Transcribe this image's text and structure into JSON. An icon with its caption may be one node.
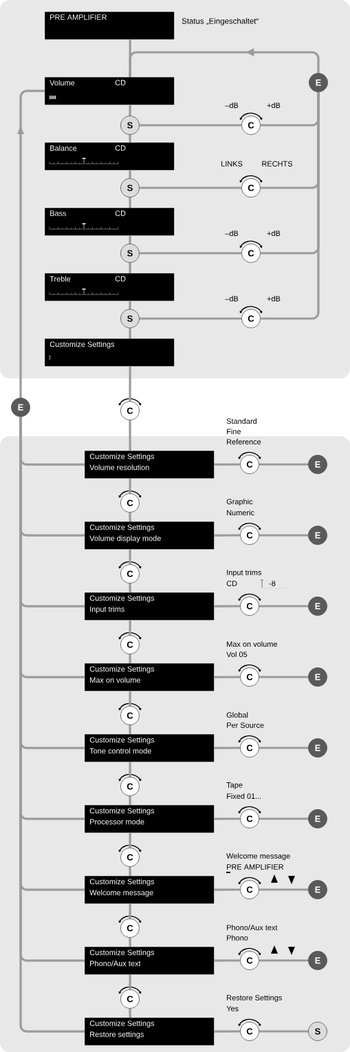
{
  "diagram": {
    "nodes": [
      {
        "text": [
          "PRE AMPLIFIER"
        ],
        "beside": [
          "Status „Eingeschaltet“"
        ]
      },
      {
        "text": [
          "Volume",
          "CD"
        ]
      },
      {
        "text": [
          "S"
        ]
      },
      {
        "text": [
          "C"
        ],
        "beside": [
          "–dB",
          "+dB"
        ]
      },
      {
        "text": [
          "E"
        ]
      },
      {
        "text": [
          "Balance",
          "CD"
        ]
      },
      {
        "text": [
          "S"
        ]
      },
      {
        "text": [
          "C"
        ],
        "beside": [
          "LINKS",
          "RECHTS"
        ]
      },
      {
        "text": [
          "Bass",
          "CD"
        ]
      },
      {
        "text": [
          "S"
        ]
      },
      {
        "text": [
          "C"
        ],
        "beside": [
          "–dB",
          "+dB"
        ]
      },
      {
        "text": [
          "Treble",
          "CD"
        ]
      },
      {
        "text": [
          "S"
        ]
      },
      {
        "text": [
          "C"
        ],
        "beside": [
          "–dB",
          "+dB"
        ]
      },
      {
        "text": [
          "Customize Settings"
        ]
      },
      {
        "text": [
          "E"
        ]
      },
      {
        "text": [
          "C"
        ]
      },
      {
        "text": [
          "Customize Settings",
          "Volume resolution"
        ]
      },
      {
        "text": [
          "C"
        ],
        "beside": [
          "Standard",
          "Fine",
          "Reference"
        ]
      },
      {
        "text": [
          "E"
        ]
      },
      {
        "text": [
          "C"
        ]
      },
      {
        "text": [
          "Customize Settings",
          "Volume display mode"
        ]
      },
      {
        "text": [
          "C"
        ],
        "beside": [
          "Graphic",
          "Numeric"
        ]
      },
      {
        "text": [
          "E"
        ]
      },
      {
        "text": [
          "C"
        ]
      },
      {
        "text": [
          "Customize Settings",
          "Input trims"
        ]
      },
      {
        "text": [
          "C"
        ],
        "beside": [
          "Input trims",
          "CD",
          "-8"
        ]
      },
      {
        "text": [
          "E"
        ]
      },
      {
        "text": [
          "C"
        ]
      },
      {
        "text": [
          "Customize Settings",
          "Max on volume"
        ]
      },
      {
        "text": [
          "C"
        ],
        "beside": [
          "Max on volume",
          "Vol 05"
        ]
      },
      {
        "text": [
          "E"
        ]
      },
      {
        "text": [
          "C"
        ]
      },
      {
        "text": [
          "Customize Settings",
          "Tone control mode"
        ]
      },
      {
        "text": [
          "C"
        ],
        "beside": [
          "Global",
          "Per Source"
        ]
      },
      {
        "text": [
          "E"
        ]
      },
      {
        "text": [
          "C"
        ]
      },
      {
        "text": [
          "Customize Settings",
          "Processor mode"
        ]
      },
      {
        "text": [
          "C"
        ],
        "beside": [
          "Tape",
          "Fixed 01..."
        ]
      },
      {
        "text": [
          "E"
        ]
      },
      {
        "text": [
          "C"
        ]
      },
      {
        "text": [
          "Customize Settings",
          "Welcome message"
        ]
      },
      {
        "text": [
          "C"
        ],
        "beside": [
          "Welcome message",
          "PRE AMPLIFIER"
        ]
      },
      {
        "text": [
          "E"
        ]
      },
      {
        "text": [
          "C"
        ]
      },
      {
        "text": [
          "Customize Settings",
          "Phono/Aux text"
        ]
      },
      {
        "text": [
          "C"
        ],
        "beside": [
          "Phono/Aux text",
          "Phono"
        ]
      },
      {
        "text": [
          "E"
        ]
      },
      {
        "text": [
          "C"
        ]
      },
      {
        "text": [
          "Customize Settings",
          "Restore settings"
        ]
      },
      {
        "text": [
          "C"
        ],
        "beside": [
          "Restore Settings",
          "Yes"
        ]
      },
      {
        "text": [
          "S"
        ]
      }
    ],
    "edges": [
      {
        "from": 0,
        "to": 1,
        "arrow": "none"
      },
      {
        "from": 4,
        "to": 1,
        "arrow": "to"
      },
      {
        "from": 15,
        "to": 1,
        "arrow": "to"
      },
      {
        "from": 1,
        "to": 2,
        "arrow": "none"
      },
      {
        "from": 2,
        "to": 3,
        "arrow": "none"
      },
      {
        "from": 3,
        "to": 4,
        "arrow": "none"
      },
      {
        "from": 2,
        "to": 5,
        "arrow": "none"
      },
      {
        "from": 5,
        "to": 6,
        "arrow": "none"
      },
      {
        "from": 6,
        "to": 7,
        "arrow": "none"
      },
      {
        "from": 7,
        "to": 4,
        "arrow": "none"
      },
      {
        "from": 6,
        "to": 8,
        "arrow": "none"
      },
      {
        "from": 8,
        "to": 9,
        "arrow": "none"
      },
      {
        "from": 9,
        "to": 10,
        "arrow": "none"
      },
      {
        "from": 10,
        "to": 4,
        "arrow": "none"
      },
      {
        "from": 9,
        "to": 11,
        "arrow": "none"
      },
      {
        "from": 11,
        "to": 12,
        "arrow": "none"
      },
      {
        "from": 12,
        "to": 13,
        "arrow": "none"
      },
      {
        "from": 13,
        "to": 4,
        "arrow": "none"
      },
      {
        "from": 12,
        "to": 14,
        "arrow": "none"
      },
      {
        "from": 14,
        "to": 16,
        "arrow": "none"
      },
      {
        "from": 16,
        "to": 17,
        "arrow": "none"
      },
      {
        "from": 17,
        "to": 18,
        "arrow": "none"
      },
      {
        "from": 18,
        "to": 19,
        "arrow": "none"
      },
      {
        "from": 17,
        "to": 15,
        "arrow": "none"
      },
      {
        "from": 17,
        "to": 20,
        "arrow": "none"
      },
      {
        "from": 20,
        "to": 21,
        "arrow": "none"
      },
      {
        "from": 21,
        "to": 22,
        "arrow": "none"
      },
      {
        "from": 22,
        "to": 23,
        "arrow": "none"
      },
      {
        "from": 21,
        "to": 15,
        "arrow": "none"
      },
      {
        "from": 21,
        "to": 24,
        "arrow": "none"
      },
      {
        "from": 24,
        "to": 25,
        "arrow": "none"
      },
      {
        "from": 25,
        "to": 26,
        "arrow": "none"
      },
      {
        "from": 26,
        "to": 27,
        "arrow": "none"
      },
      {
        "from": 25,
        "to": 15,
        "arrow": "none"
      },
      {
        "from": 25,
        "to": 28,
        "arrow": "none"
      },
      {
        "from": 28,
        "to": 29,
        "arrow": "none"
      },
      {
        "from": 29,
        "to": 30,
        "arrow": "none"
      },
      {
        "from": 30,
        "to": 31,
        "arrow": "none"
      },
      {
        "from": 29,
        "to": 15,
        "arrow": "none"
      },
      {
        "from": 29,
        "to": 32,
        "arrow": "none"
      },
      {
        "from": 32,
        "to": 33,
        "arrow": "none"
      },
      {
        "from": 33,
        "to": 34,
        "arrow": "none"
      },
      {
        "from": 34,
        "to": 35,
        "arrow": "none"
      },
      {
        "from": 33,
        "to": 15,
        "arrow": "none"
      },
      {
        "from": 33,
        "to": 36,
        "arrow": "none"
      },
      {
        "from": 36,
        "to": 37,
        "arrow": "none"
      },
      {
        "from": 37,
        "to": 38,
        "arrow": "none"
      },
      {
        "from": 38,
        "to": 39,
        "arrow": "none"
      },
      {
        "from": 37,
        "to": 15,
        "arrow": "none"
      },
      {
        "from": 37,
        "to": 40,
        "arrow": "none"
      },
      {
        "from": 40,
        "to": 41,
        "arrow": "none"
      },
      {
        "from": 41,
        "to": 42,
        "arrow": "none"
      },
      {
        "from": 42,
        "to": 43,
        "arrow": "none"
      },
      {
        "from": 41,
        "to": 15,
        "arrow": "none"
      },
      {
        "from": 41,
        "to": 44,
        "arrow": "none"
      },
      {
        "from": 44,
        "to": 45,
        "arrow": "none"
      },
      {
        "from": 45,
        "to": 46,
        "arrow": "none"
      },
      {
        "from": 46,
        "to": 47,
        "arrow": "none"
      },
      {
        "from": 45,
        "to": 15,
        "arrow": "none"
      },
      {
        "from": 45,
        "to": 48,
        "arrow": "none"
      },
      {
        "from": 48,
        "to": 49,
        "arrow": "none"
      },
      {
        "from": 49,
        "to": 50,
        "arrow": "none"
      },
      {
        "from": 50,
        "to": 51,
        "arrow": "none"
      },
      {
        "from": 49,
        "to": 15,
        "arrow": "none"
      }
    ]
  }
}
